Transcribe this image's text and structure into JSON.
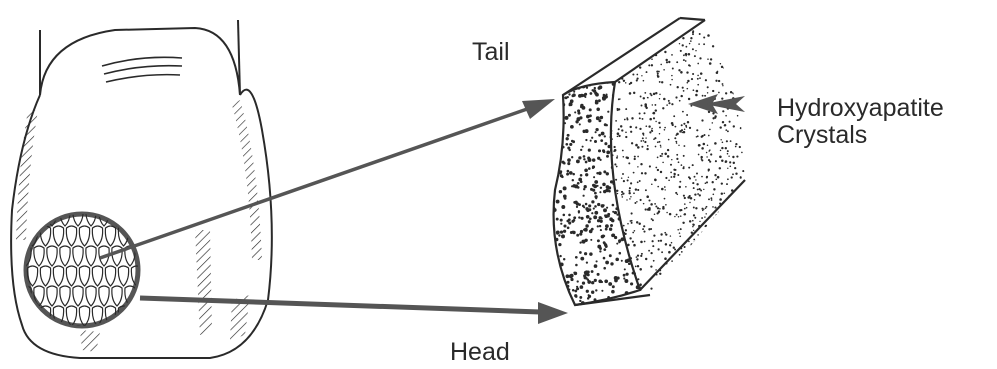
{
  "labels": {
    "tail": "Tail",
    "head": "Head",
    "hydroxyapatite_line1": "Hydroxyapatite",
    "hydroxyapatite_line2": "Crystals"
  },
  "colors": {
    "ink": "#2a2a2a",
    "arrow": "#555555",
    "background": "#ffffff"
  }
}
